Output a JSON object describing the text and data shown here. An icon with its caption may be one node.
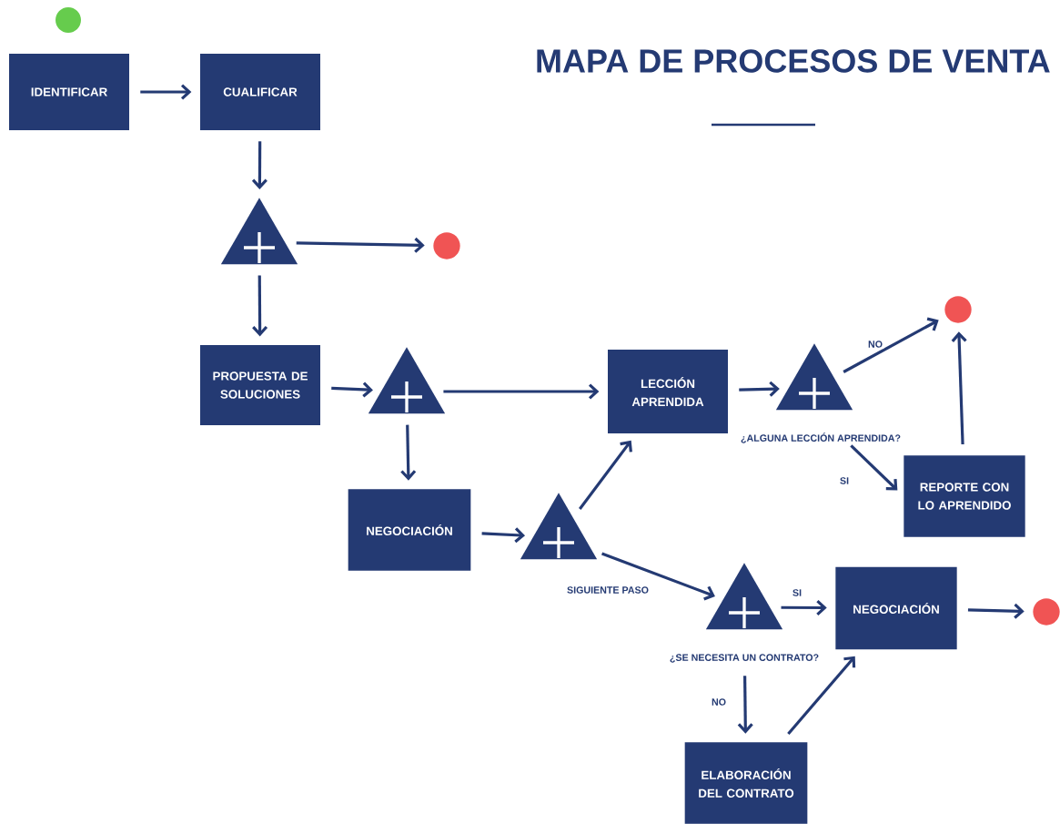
{
  "diagram": {
    "title": "MAPA DE PROCESOS DE VENTA",
    "nodes": [
      {
        "text": [],
        "shape": "circle"
      },
      {
        "text": [
          "IDENTIFICAR"
        ]
      },
      {
        "text": [
          "CUALIFICAR"
        ]
      },
      {
        "text": [],
        "shape": "triangle"
      },
      {
        "text": [],
        "shape": "circle"
      },
      {
        "text": [
          "PROPUESTA DE SOLUCIONES"
        ]
      },
      {
        "text": [],
        "shape": "triangle"
      },
      {
        "text": [
          "LECCIÓN APRENDIDA"
        ]
      },
      {
        "text": [],
        "shape": "triangle"
      },
      {
        "text": [],
        "shape": "circle"
      },
      {
        "text": [
          "NEGOCIACIÓN"
        ]
      },
      {
        "text": [],
        "shape": "triangle"
      },
      {
        "text": [
          "REPORTE CON LO APRENDIDO"
        ]
      },
      {
        "text": [],
        "shape": "triangle"
      },
      {
        "text": [
          "NEGOCIACIÓN"
        ]
      },
      {
        "text": [],
        "shape": "circle"
      },
      {
        "text": [
          "ELABORACIÓN DEL CONTRATO"
        ]
      }
    ],
    "edges": [
      {
        "from": 1,
        "to": 2,
        "arrow": "to"
      },
      {
        "from": 2,
        "to": 3,
        "arrow": "to"
      },
      {
        "from": 3,
        "to": 4,
        "arrow": "to"
      },
      {
        "from": 3,
        "to": 5,
        "arrow": "to"
      },
      {
        "from": 5,
        "to": 6,
        "arrow": "to"
      },
      {
        "from": 6,
        "to": 7,
        "arrow": "to"
      },
      {
        "from": 6,
        "to": 10,
        "arrow": "to"
      },
      {
        "from": 7,
        "to": 8,
        "arrow": "to"
      },
      {
        "from": 8,
        "to": 9,
        "arrow": "to",
        "label": "NO"
      },
      {
        "from": 8,
        "to": 12,
        "arrow": "to",
        "label": "SI"
      },
      {
        "from": 12,
        "to": 9,
        "arrow": "to"
      },
      {
        "from": 10,
        "to": 11,
        "arrow": "to"
      },
      {
        "from": 11,
        "to": 7,
        "arrow": "to"
      },
      {
        "from": 11,
        "to": 13,
        "arrow": "to",
        "label": "SIGUIENTE PASO"
      },
      {
        "from": 13,
        "to": 14,
        "arrow": "to",
        "label": "SI"
      },
      {
        "from": 13,
        "to": 16,
        "arrow": "to",
        "label": "NO"
      },
      {
        "from": 16,
        "to": 14,
        "arrow": "to"
      },
      {
        "from": 14,
        "to": 15,
        "arrow": "to"
      }
    ],
    "labels": [
      "¿ALGUNA LECCIÓN APRENDIDA?",
      "¿SE NECESITA UN CONTRATO?"
    ]
  }
}
